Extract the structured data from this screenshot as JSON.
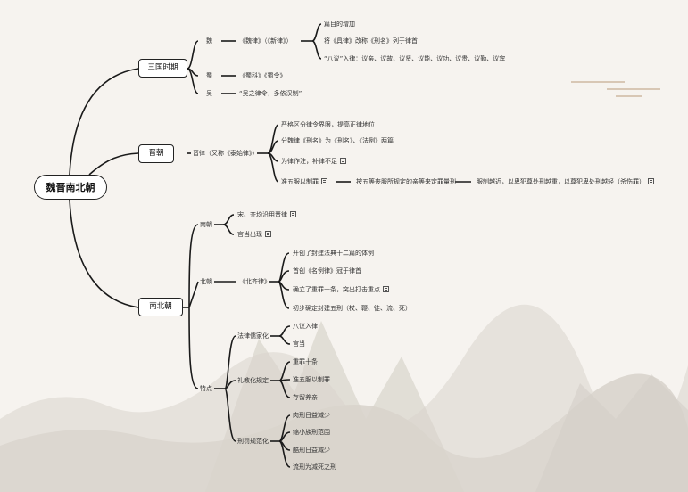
{
  "root": "魏晋南北朝",
  "branches": {
    "sanguo": {
      "label": "三国时期",
      "wei": "魏",
      "wei_law": "《魏律》（《新律》）",
      "wei_items": [
        "篇目的增加",
        "将《具律》改称《刑名》列于律首",
        "“八议”入律：议亲、议故、议贤、议能、议功、议贵、议勤、议宾"
      ],
      "shu": "蜀",
      "shu_law": "《蜀科》《蜀令》",
      "wu": "吴",
      "wu_law": "“吴之律令，多依汉制”"
    },
    "jin": {
      "label": "晋朝",
      "law": "晋律（又称《泰始律》）",
      "items": [
        "严格区分律令界限，提高正律地位",
        "分魏律《刑名》为《刑名》、《法例》两篇",
        "为律作注，补律不足",
        "准五服以制罪"
      ],
      "wufu_def": "按五等丧服所规定的亲等来定罪量刑",
      "wufu_rule": "服制越近，以卑犯尊处刑越重，以尊犯卑处刑越轻（杀伤罪）"
    },
    "nanbei": {
      "label": "南北朝",
      "south": "南朝",
      "south_items": [
        "宋、齐均沿用晋律",
        "官当出现"
      ],
      "north": "北朝",
      "north_law": "《北齐律》",
      "north_items": [
        "开创了封建法典十二篇的体例",
        "首创《名例律》冠于律首",
        "确立了重罪十条，突出打击重点",
        "初步确定封建五刑（杖、鞭、徒、流、死）"
      ],
      "feature": "特点",
      "features": [
        {
          "name": "法律儒家化",
          "items": [
            "八议入律",
            "官当"
          ]
        },
        {
          "name": "礼教化规定",
          "items": [
            "重罪十条",
            "准五服以制罪",
            "存留养亲"
          ]
        },
        {
          "name": "刑罚规范化",
          "items": [
            "肉刑日益减少",
            "缩小族刑范围",
            "酷刑日益减少",
            "流刑为减死之刑"
          ]
        }
      ]
    }
  },
  "colors": {
    "line": "#1a1a1a",
    "text": "#333333",
    "box_border": "#222222"
  }
}
